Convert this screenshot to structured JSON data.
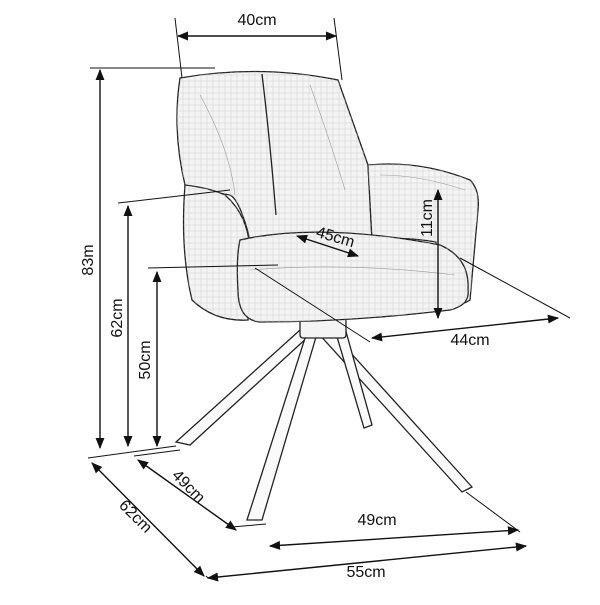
{
  "dimensions": {
    "top_width": "40cm",
    "seat_depth": "45cm",
    "arm_height": "11cm",
    "arm_to_back": "44cm",
    "total_height": "83m",
    "arm_total_height": "62cm",
    "seat_height": "50cm",
    "base_left_depth": "49cm",
    "total_depth": "62cm",
    "base_width": "49cm",
    "total_width": "55cm"
  }
}
